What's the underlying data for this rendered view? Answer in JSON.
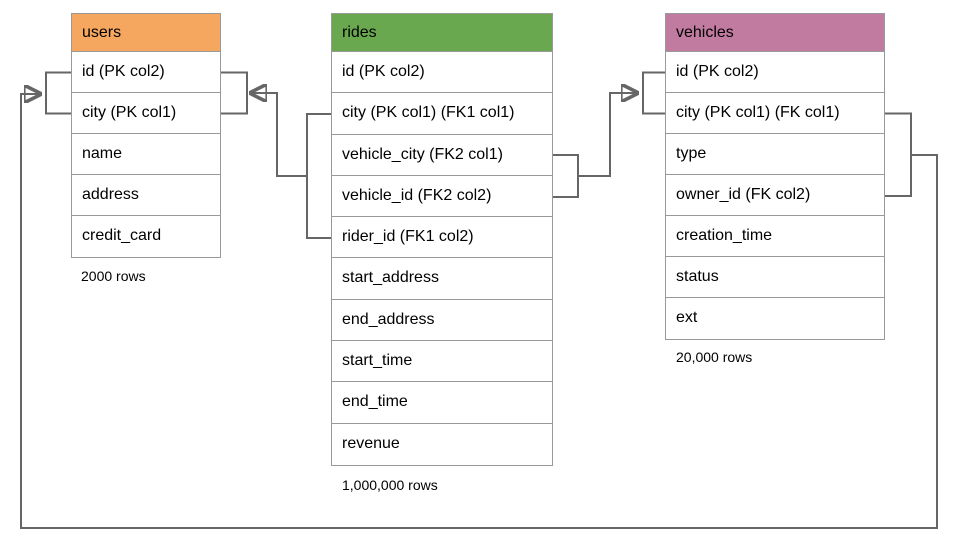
{
  "diagram": {
    "connector_color": "#666666",
    "table_border_color": "#999999",
    "tables": [
      {
        "name": "users",
        "header_color": "#f6a75f",
        "rows": [
          "id (PK col2)",
          "city (PK col1)",
          "name",
          "address",
          "credit_card"
        ],
        "caption": "2000 rows"
      },
      {
        "name": "rides",
        "header_color": "#6aa84f",
        "rows": [
          "id (PK col2)",
          "city (PK col1) (FK1 col1)",
          "vehicle_city (FK2 col1)",
          "vehicle_id (FK2 col2)",
          "rider_id (FK1 col2)",
          "start_address",
          "end_address",
          "start_time",
          "end_time",
          "revenue"
        ],
        "caption": "1,000,000 rows"
      },
      {
        "name": "vehicles",
        "header_color": "#c27ba0",
        "rows": [
          "id (PK col2)",
          "city (PK col1) (FK col1)",
          "type",
          "owner_id (FK col2)",
          "creation_time",
          "status",
          "ext"
        ],
        "caption": "20,000 rows"
      }
    ],
    "relationships": [
      {
        "from_table": "rides",
        "from_columns": [
          "city (PK col1) (FK1 col1)",
          "rider_id (FK1 col2)"
        ],
        "to_table": "users",
        "to_columns": [
          "id (PK col2)",
          "city (PK col1)"
        ]
      },
      {
        "from_table": "rides",
        "from_columns": [
          "vehicle_city (FK2 col1)",
          "vehicle_id (FK2 col2)"
        ],
        "to_table": "vehicles",
        "to_columns": [
          "id (PK col2)",
          "city (PK col1) (FK col1)"
        ]
      },
      {
        "from_table": "vehicles",
        "from_columns": [
          "city (PK col1) (FK col1)",
          "owner_id (FK col2)"
        ],
        "to_table": "users",
        "to_columns": [
          "id (PK col2)",
          "city (PK col1)"
        ]
      }
    ]
  }
}
